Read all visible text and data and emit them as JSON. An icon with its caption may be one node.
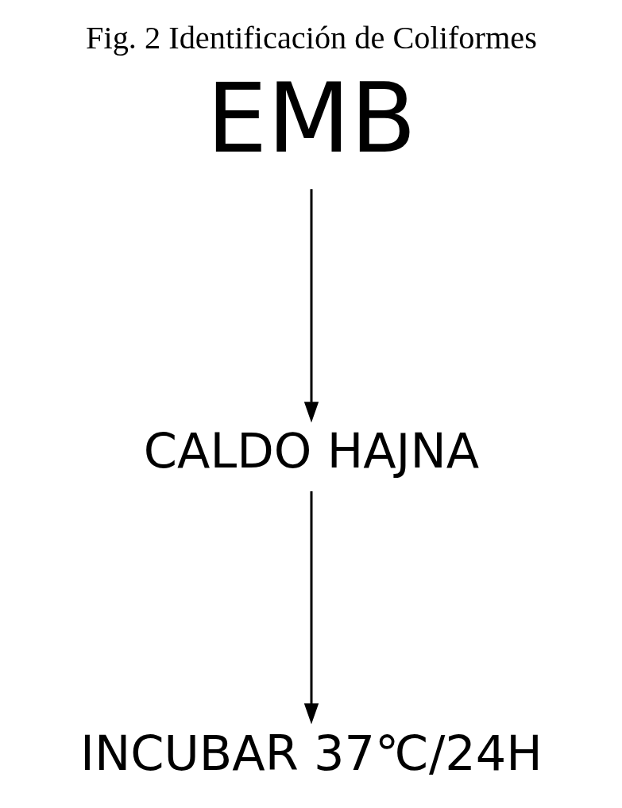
{
  "diagram": {
    "title": "Fig. 2 Identificación de Coliformes",
    "nodes": [
      {
        "text": [
          "EMB"
        ]
      },
      {
        "text": [
          "CALDO HAJNA"
        ]
      },
      {
        "text": [
          "INCUBAR 37℃/24H"
        ]
      }
    ],
    "edges": [
      {
        "from": 0,
        "to": 1,
        "arrow": "to"
      },
      {
        "from": 1,
        "to": 2,
        "arrow": "to"
      }
    ]
  }
}
